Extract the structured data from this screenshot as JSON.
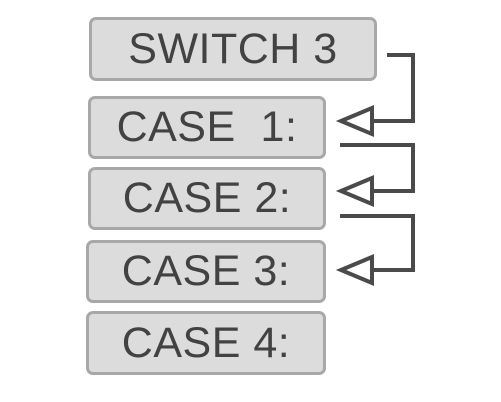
{
  "diagram": {
    "switch_label": "SWITCH 3",
    "case_labels": [
      "CASE  1:",
      "CASE 2:",
      "CASE 3:",
      "CASE 4:"
    ],
    "colors": {
      "box_fill": "#dcdcdc",
      "box_border": "#a8a8a8",
      "text": "#424242",
      "arrow": "#4a4a4a"
    }
  }
}
